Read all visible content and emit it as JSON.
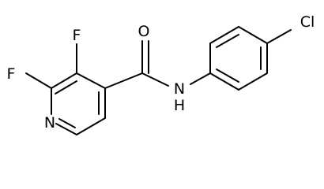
{
  "diagram_type": "chemical structure",
  "atom_labels": {
    "fluorine_upper": "F",
    "fluorine_left": "F",
    "ring_nitrogen": "N",
    "carbonyl_oxygen": "O",
    "amide_nitrogen": "N",
    "amide_hydrogen": "H",
    "chlorine": "Cl"
  },
  "colors": {
    "bond": "#000000",
    "label": "#000000",
    "background": "#ffffff"
  }
}
